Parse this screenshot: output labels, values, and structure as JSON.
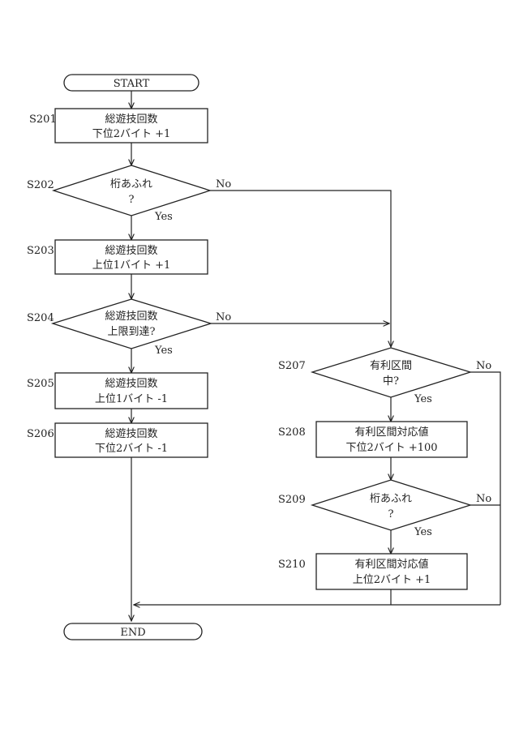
{
  "terminals": {
    "start": "START",
    "end": "END"
  },
  "steps": {
    "s201": {
      "id": "S201",
      "line1": "総遊技回数",
      "line2": "下位2バイト +1"
    },
    "s202": {
      "id": "S202",
      "line1": "桁あふれ",
      "line2": "?",
      "yes": "Yes",
      "no": "No"
    },
    "s203": {
      "id": "S203",
      "line1": "総遊技回数",
      "line2": "上位1バイト +1"
    },
    "s204": {
      "id": "S204",
      "line1": "総遊技回数",
      "line2": "上限到達?",
      "yes": "Yes",
      "no": "No"
    },
    "s205": {
      "id": "S205",
      "line1": "総遊技回数",
      "line2": "上位1バイト -1"
    },
    "s206": {
      "id": "S206",
      "line1": "総遊技回数",
      "line2": "下位2バイト -1"
    },
    "s207": {
      "id": "S207",
      "line1": "有利区間",
      "line2": "中?",
      "yes": "Yes",
      "no": "No"
    },
    "s208": {
      "id": "S208",
      "line1": "有利区間対応値",
      "line2": "下位2バイト +100"
    },
    "s209": {
      "id": "S209",
      "line1": "桁あふれ",
      "line2": "?",
      "yes": "Yes",
      "no": "No"
    },
    "s210": {
      "id": "S210",
      "line1": "有利区間対応値",
      "line2": "上位2バイト +1"
    }
  }
}
